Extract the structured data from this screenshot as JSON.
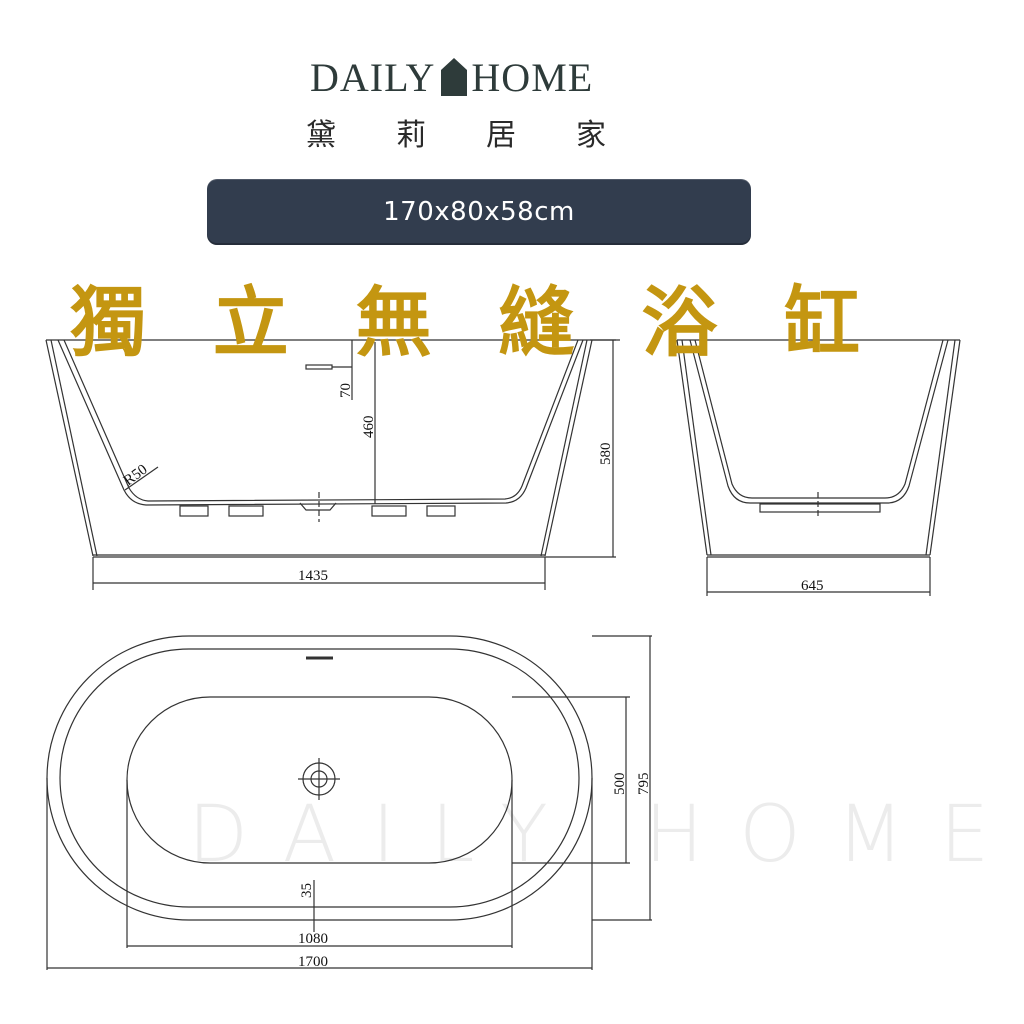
{
  "brand": {
    "name_en_left": "DAILY",
    "name_en_right": "HOME",
    "name_zh": [
      "黛",
      "莉",
      "居",
      "家"
    ],
    "house_icon": "house-icon",
    "color": "#2e3b3a"
  },
  "banner": {
    "size_label": "170x80x58cm",
    "background": "#323d4e"
  },
  "title": {
    "chars": [
      "獨",
      "立",
      "無",
      "縫",
      "浴",
      "缸"
    ],
    "color": "#c49611"
  },
  "watermark": "DAILY HOME",
  "side_view": {
    "dimensions": {
      "overflow_depth": "70",
      "inner_depth": "460",
      "total_height": "580",
      "base_length": "1435",
      "corner_radius": "R50"
    }
  },
  "end_view": {
    "dimensions": {
      "base_width": "645"
    }
  },
  "top_view": {
    "dimensions": {
      "inner_width": "500",
      "outer_width": "795",
      "drain_offset": "35",
      "inner_length": "1080",
      "outer_length": "1700"
    }
  }
}
